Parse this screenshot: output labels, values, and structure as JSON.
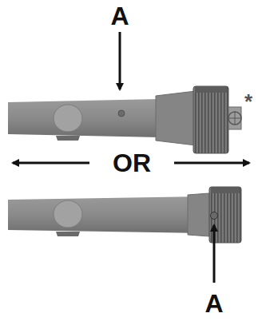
{
  "diagram": {
    "labels": [
      "A",
      "*",
      "OR",
      "A"
    ]
  }
}
